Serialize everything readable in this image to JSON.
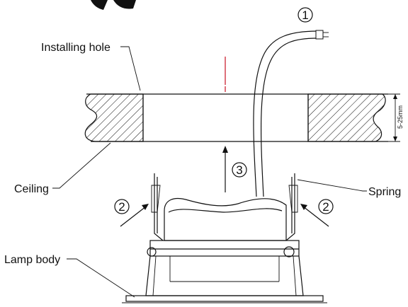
{
  "labels": {
    "installing_hole": "Installing hole",
    "ceiling": "Ceiling",
    "spring": "Spring",
    "lamp_body": "Lamp body",
    "thickness": "5-25mm"
  },
  "steps": {
    "cable": "1",
    "press_springs_left": "2",
    "press_springs_right": "2",
    "push_up": "3"
  },
  "colors": {
    "line": "#111111",
    "center_line": "#cc2233",
    "background": "#ffffff"
  }
}
